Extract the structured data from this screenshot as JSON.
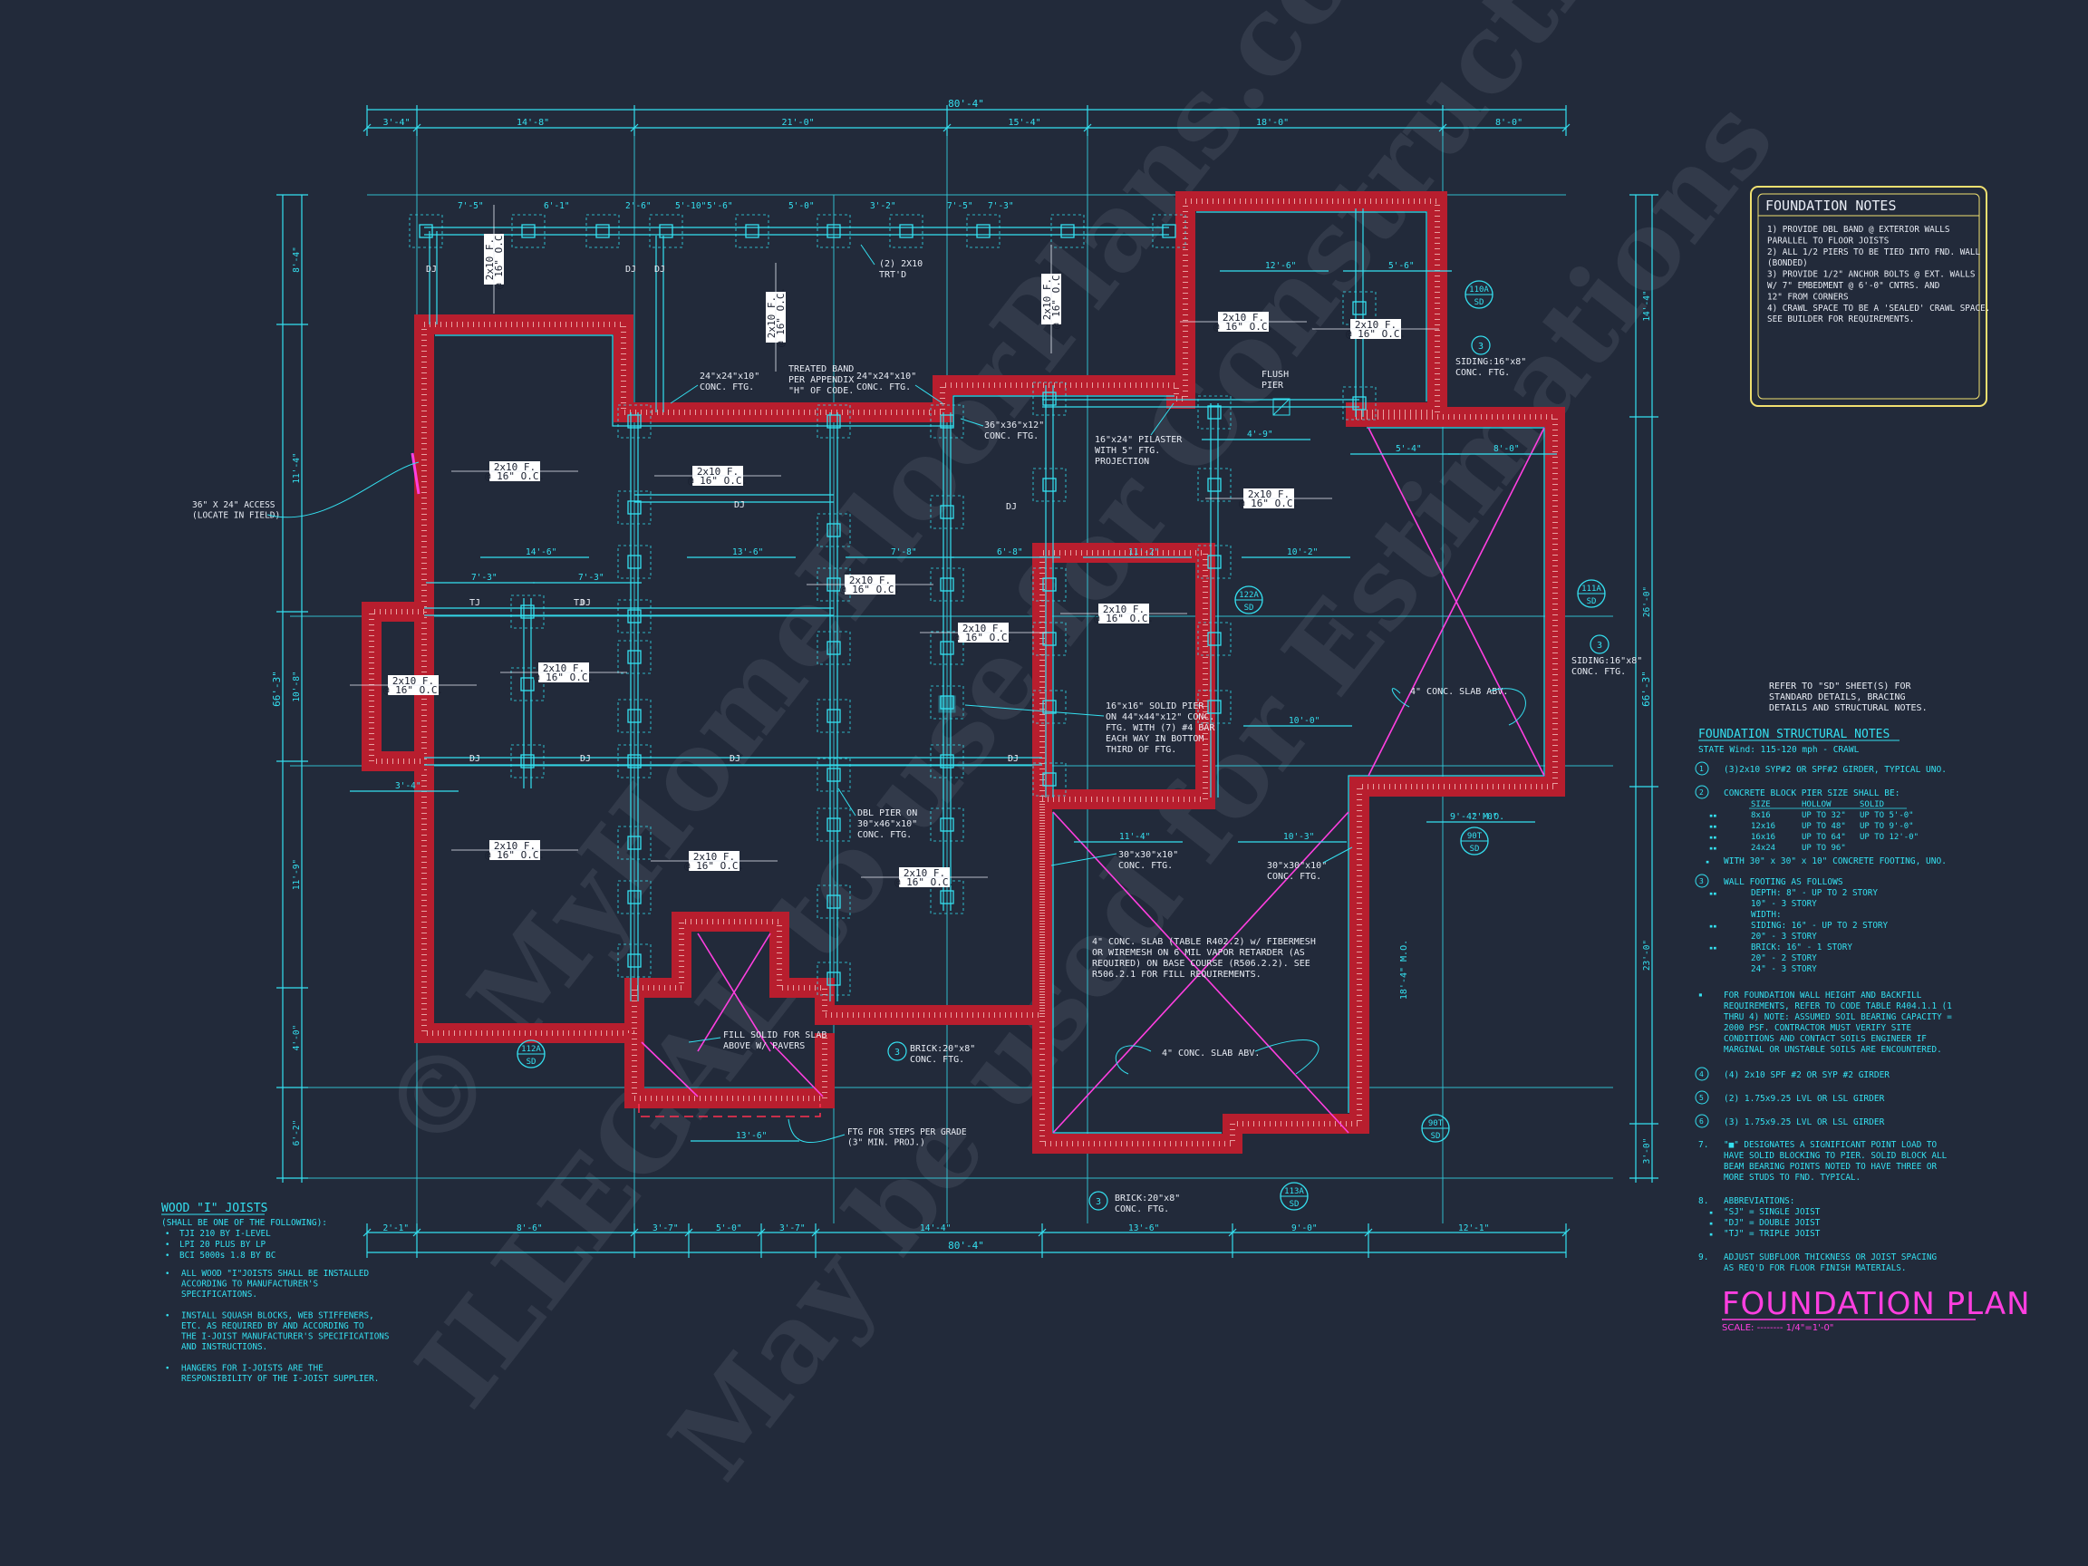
{
  "watermark": {
    "line1": "© MyHomeFloorPlans.com",
    "line2": "ILLEGAL to use for Construction",
    "line3": "May be used for Estimations"
  },
  "overall_dims": {
    "top_total": "80'-4\"",
    "bottom_total": "80'-4\"",
    "top_segments": [
      "3'-4\"",
      "14'-8\"",
      "21'-0\"",
      "15'-4\"",
      "18'-0\"",
      "8'-0\""
    ],
    "top_sub": [
      "7'-5\"",
      "6'-1\"",
      "2'-6\"",
      "5'-10\"",
      "5'-6\"",
      "5'-0\"",
      "3'-2\"",
      "7'-5\"",
      "7'-3\""
    ],
    "bottom_segments": [
      "2'-1\"",
      "8'-6\"",
      "3'-7\"",
      "5'-0\"",
      "3'-7\"",
      "14'-4\"",
      "13'-6\"",
      "9'-0\"",
      "12'-1\""
    ],
    "left_total": "66'-3\"",
    "left_segments": [
      "8'-4\"",
      "11'-4\"",
      "10'-8\"",
      "11'-9\"",
      "4'-0\"",
      "6'-2\""
    ],
    "right_total": "66'-3\"",
    "right_segments": [
      "14'-4\"",
      "26'-0\"",
      "23'-0\"",
      "3'-0\""
    ]
  },
  "plan_labels": {
    "access": "36\" X 24\" ACCESS\n(LOCATE IN FIELD)",
    "treated_band": "TREATED BAND\nPER APPENDIX\n\"H\" OF CODE.",
    "girder_2x10": "(2) 2X10\nTRT'D",
    "ftg_24a": "24\"x24\"x10\"\nCONC. FTG.",
    "ftg_24b": "24\"x24\"x10\"\nCONC. FTG.",
    "ftg_36": "36\"x36\"x12\"\nCONC. FTG.",
    "pilaster": "16\"x24\" PILASTER\nWITH 5\" FTG.\nPROJECTION",
    "flush_pier": "FLUSH\nPIER",
    "solid_pier": "16\"x16\" SOLID PIER\nON 44\"x44\"x12\" CONC.\nFTG. WITH (7) #4 BAR\nEACH WAY IN BOTTOM\nTHIRD OF FTG.",
    "dbl_pier": "DBL PIER ON\n30\"x46\"x10\"\nCONC. FTG.",
    "ftg_30a": "30\"x30\"x10\"\nCONC. FTG.",
    "ftg_30b": "30\"x30\"x10\"\nCONC. FTG.",
    "slab_main": "4\" CONC. SLAB (TABLE R402.2) w/ FIBERMESH\nOR WIREMESH ON 6 MIL VAPOR RETARDER (AS\nREQUIRED) ON BASE COURSE (R506.2.2). SEE\nR506.2.1 FOR FILL REQUIREMENTS.",
    "slab_abv1": "4\" CONC. SLAB ABV.",
    "slab_abv2": "4\" CONC. SLAB ABV.",
    "fill_solid": "FILL SOLID FOR SLAB\nABOVE W/ PAVERS",
    "steps": "FTG FOR STEPS PER GRADE\n(3\" MIN. PROJ.)",
    "brick1": "BRICK:20\"x8\"\nCONC. FTG.",
    "brick2": "BRICK:20\"x8\"\nCONC. FTG.",
    "siding1": "SIDING:16\"x8\"\nCONC. FTG.",
    "siding2": "SIDING:16\"x8\"\nCONC. FTG.",
    "joist_tag": "2x10 F.\n@ 16\" O.C.",
    "joist_tag_b": "2x10 F.\n@ 16\" O.C.",
    "dj": "DJ",
    "tj": "TJ",
    "mo": "9'-4\" M.O.",
    "mo2": "18'-4\" M.O."
  },
  "interior_dims": {
    "d1": "14'-6\"",
    "d2": "13'-6\"",
    "d3": "7'-8\"",
    "d4": "6'-8\"",
    "d5": "11'-2\"",
    "d6": "10'-2\"",
    "d7": "10'-0\"",
    "d8": "7'-3\"",
    "d9": "7'-3\"",
    "d10": "12'-6\"",
    "d11": "5'-6\"",
    "d12": "4'-9\"",
    "d13": "5'-4\"",
    "d14": "8'-0\"",
    "d15": "11'-4\"",
    "d16": "10'-3\"",
    "d17": "13'-6\"",
    "d18": "3'-4\"",
    "d19": "2'-0\""
  },
  "section_bubbles": [
    {
      "top": "110A",
      "bottom": "SD"
    },
    {
      "top": "111A",
      "bottom": "SD"
    },
    {
      "top": "122A",
      "bottom": "SD"
    },
    {
      "top": "90T",
      "bottom": "SD"
    },
    {
      "top": "90T",
      "bottom": "SD"
    },
    {
      "top": "112A",
      "bottom": "SD"
    },
    {
      "top": "113A",
      "bottom": "SD"
    }
  ],
  "callout_numbers": [
    "3",
    "3",
    "3",
    "3"
  ],
  "foundation_notes": {
    "title": "FOUNDATION NOTES",
    "items": [
      "1) PROVIDE DBL BAND @ EXTERIOR WALLS",
      "   PARALLEL TO FLOOR JOISTS",
      "2) ALL 1/2 PIERS TO BE TIED INTO FND. WALL",
      "   (BONDED)",
      "3) PROVIDE 1/2\" ANCHOR BOLTS @ EXT. WALLS",
      "   W/ 7\" EMBEDMENT @ 6'-0\" CNTRS. AND",
      "   12\" FROM CORNERS",
      "4) CRAWL SPACE TO BE A 'SEALED' CRAWL SPACE.",
      "   SEE BUILDER FOR REQUIREMENTS."
    ]
  },
  "refer_note": "REFER TO \"SD\" SHEET(S) FOR\nSTANDARD DETAILS, BRACING\nDETAILS AND STRUCTURAL NOTES.",
  "structural_notes": {
    "title": "FOUNDATION STRUCTURAL NOTES",
    "subtitle": "STATE Wind: 115-120 mph - CRAWL",
    "n1": "(3)2x10 SYP#2 OR SPF#2 GIRDER, TYPICAL UNO.",
    "n2": "CONCRETE BLOCK PIER SIZE SHALL BE:",
    "pier_header": [
      "SIZE",
      "HOLLOW",
      "SOLID"
    ],
    "pier_rows": [
      [
        "8x16",
        "UP TO 32\"",
        "UP TO 5'-0\""
      ],
      [
        "12x16",
        "UP TO 48\"",
        "UP TO 9'-0\""
      ],
      [
        "16x16",
        "UP TO 64\"",
        "UP TO 12'-0\""
      ],
      [
        "24x24",
        "UP TO 96\"",
        ""
      ]
    ],
    "n2b": "WITH 30\" x 30\" x 10\" CONCRETE FOOTING, UNO.",
    "n3": "WALL FOOTING AS FOLLOWS",
    "depth_lines": [
      "DEPTH:    8\" - UP TO 2 STORY",
      "          10\" - 3 STORY"
    ],
    "width_lines": [
      "WIDTH:",
      "SIDING:   16\" - UP TO 2 STORY",
      "          20\" - 3 STORY",
      "BRICK:    16\" - 1 STORY",
      "          20\" - 2 STORY",
      "          24\" - 3 STORY"
    ],
    "bullet": [
      "FOR FOUNDATION WALL HEIGHT AND BACKFILL",
      "REQUIREMENTS, REFER TO CODE TABLE R404.1.1 (1",
      "THRU 4) NOTE: ASSUMED SOIL BEARING CAPACITY =",
      "2000 PSF. CONTRACTOR MUST VERIFY SITE",
      "CONDITIONS AND CONTACT SOILS ENGINEER IF",
      "MARGINAL OR UNSTABLE SOILS ARE ENCOUNTERED."
    ],
    "n4": "(4) 2x10 SPF #2 OR SYP #2 GIRDER",
    "n5": "(2) 1.75x9.25 LVL OR LSL GIRDER",
    "n6": "(3) 1.75x9.25 LVL OR LSL GIRDER",
    "n7": [
      "\"■\" DESIGNATES A SIGNIFICANT POINT LOAD TO",
      "HAVE SOLID BLOCKING TO  PIER. SOLID BLOCK ALL",
      "BEAM BEARING POINTS NOTED TO HAVE THREE OR",
      "MORE STUDS TO FND. TYPICAL."
    ],
    "n8": [
      "ABBREVIATIONS:",
      "\"SJ\" = SINGLE JOIST",
      "\"DJ\" = DOUBLE JOIST",
      "\"TJ\" = TRIPLE JOIST"
    ],
    "n9": [
      "ADJUST SUBFLOOR THICKNESS OR JOIST SPACING",
      "AS REQ'D FOR FLOOR FINISH MATERIALS."
    ]
  },
  "wood_joists": {
    "title": "WOOD \"I\" JOISTS",
    "subtitle": "(SHALL BE ONE OF THE FOLLOWING):",
    "list": [
      "TJI 210 BY I-LEVEL",
      "LPI 20 PLUS BY LP",
      "BCI 5000s 1.8 BY BC"
    ],
    "b1": [
      "ALL WOOD \"I\"JOISTS SHALL BE INSTALLED",
      "ACCORDING TO MANUFACTURER'S",
      "SPECIFICATIONS."
    ],
    "b2": [
      "INSTALL SQUASH BLOCKS, WEB STIFFENERS,",
      "ETC. AS REQUIRED BY AND ACCORDING TO",
      "THE I-JOIST MANUFACTURER'S SPECIFICATIONS",
      "AND INSTRUCTIONS."
    ],
    "b3": [
      "HANGERS FOR I-JOISTS ARE THE",
      "RESPONSIBILITY OF THE I-JOIST SUPPLIER."
    ]
  },
  "title_block": {
    "title": "FOUNDATION PLAN",
    "scale": "SCALE: -------- 1/4\"=1'-0\""
  },
  "colors": {
    "background": "#222a3a",
    "linework": "#34e0f0",
    "wall": "#b81e2e",
    "title": "#ff3fe0",
    "notes_border": "#f0e070"
  }
}
